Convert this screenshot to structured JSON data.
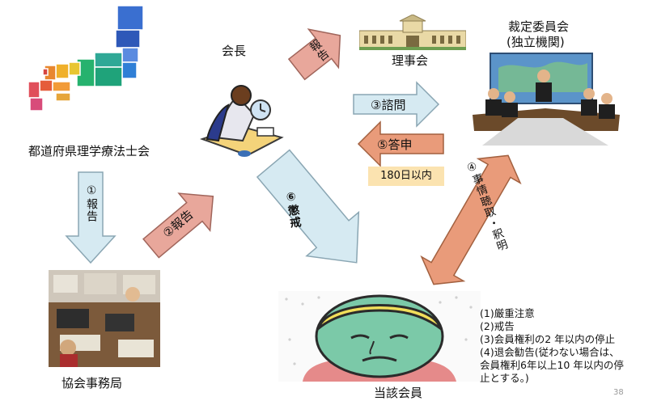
{
  "nodes": {
    "prefectural_association": "都道府県理学療法士会",
    "president": "会長",
    "board": "理事会",
    "committee_line1": "裁定委員会",
    "committee_line2": "(独立機関)",
    "secretariat": "協会事務局",
    "member": "当該会員"
  },
  "arrows": {
    "report_down": "①報告",
    "report_up": "②報告",
    "report_board": "報告",
    "consult": "③諮問",
    "reply": "⑤答申",
    "hearing": "④事情聴取・釈明",
    "discipline": "⑥懲戒"
  },
  "deadline": "180日以内",
  "penalties": [
    "(1)厳重注意",
    "(2)戒告",
    "(3)会員権利の2 年以内の停止",
    "(4)退会勧告(従わない場合は、",
    "会員権利6年以上10 年以内の停",
    "止とする。)"
  ],
  "page_number": "38",
  "colors": {
    "light_blue_arrow": "#d6eaf2",
    "pink_arrow": "#e8a79b",
    "orange_arrow": "#e99b7a",
    "badge": "#fbe3b0"
  }
}
